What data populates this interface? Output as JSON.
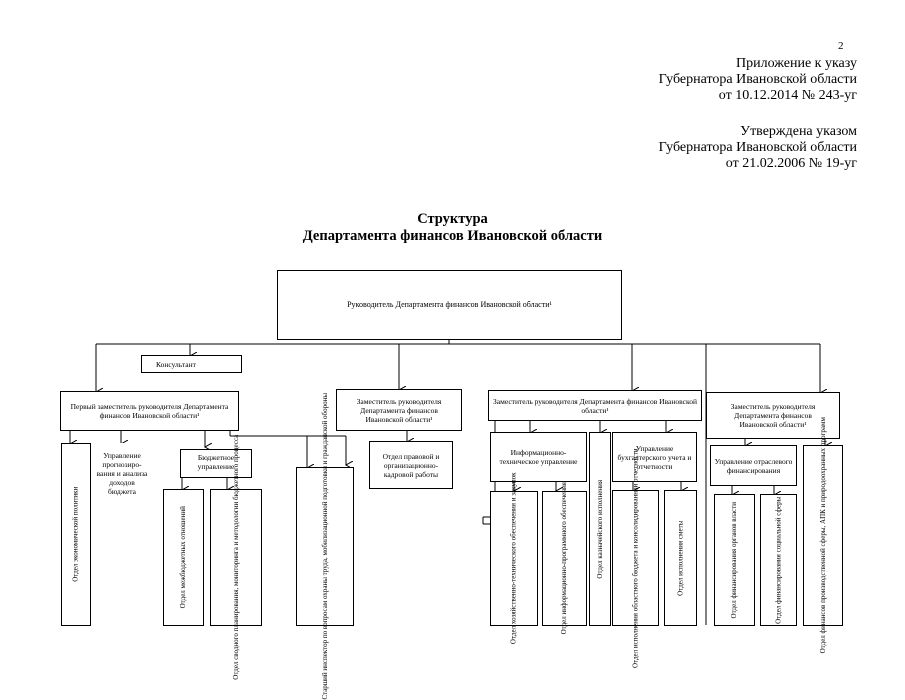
{
  "page_number": "2",
  "header1": [
    "Приложение к указу",
    "Губернатора Ивановской области",
    "от 10.12.2014 № 243-уг"
  ],
  "header2": [
    "Утверждена указом",
    "Губернатора Ивановской области",
    "от 21.02.2006 № 19-уг"
  ],
  "title": [
    "Структура",
    "Департамента финансов Ивановской области"
  ],
  "org": {
    "head": "Руководитель Департамента финансов Ивановской области¹",
    "consultant": "Консультант",
    "deputy1": "Первый заместитель руководителя Департамента финансов Ивановской области¹",
    "deputy2": "Заместитель руководителя Департамента финансов Ивановской области¹",
    "deputy3": "Заместитель руководителя Департамента финансов Ивановской области¹",
    "deputy4": "Заместитель руководителя Департамента финансов Ивановской области¹",
    "upr_prognoz": "Управление прогнозиро-вания и анализа доходов бюджета",
    "upr_budget": "Бюджетное управление",
    "upr_it": "Информационно-техническое управление",
    "upr_buh": "Управление бухгалтерского учета и отчетности",
    "upr_otrasl": "Управление отраслевого финансирования",
    "otdel_pravo": "Отдел правовой и организационно-кадровой работы",
    "otdel_econ": "Отдел экономической политики",
    "otdel_mezhbud": "Отдел межбюджетных отношений",
    "otdel_svod": "Отдел сводного планирования, мониторинга и методологии бюджетного процесса",
    "inspector": "Старший инспектор по вопросам охраны труда, мобилизационной подготовки и гражданской обороны",
    "otdel_hoz": "Отдел хозяйственно-технического обеспечения и закупок",
    "otdel_inform": "Отдел информационно-программного обеспечения",
    "otdel_kazn": "Отдел казначейского исполнения",
    "otdel_isp_obl": "Отдел исполнения областного бюджета и консолидированной отчетности",
    "otdel_smety": "Отдел исполнения сметы",
    "otdel_org_vlasti": "Отдел финансирования органов власти",
    "otdel_soc": "Отдел финансирования социальной сферы",
    "otdel_proizv": "Отдел финансов производственной сферы, АПК и природоохранных программ"
  }
}
